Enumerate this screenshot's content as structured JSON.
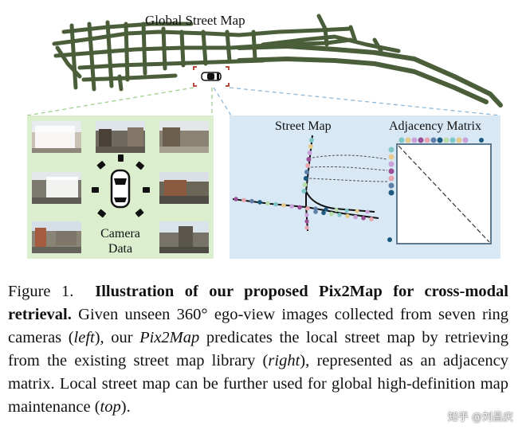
{
  "figure": {
    "global_map_label": "Global Street Map",
    "camera_label_line1": "Camera",
    "camera_label_line2": "Data",
    "street_map_label": "Street Map",
    "adjacency_label": "Adjacency Matrix",
    "colors": {
      "map_road": "#4a5e3a",
      "camera_panel_bg": "#dbefcf",
      "retrieval_panel_bg": "#d8e8f4",
      "callout_red": "#b54a3c",
      "matrix_border": "#4d6b86"
    },
    "node_colors": [
      "#7fc7c7",
      "#e6c98c",
      "#c9a0d8",
      "#9b4f96",
      "#e7a6b0",
      "#5f7fa8",
      "#1c5a80",
      "#b9ddaa"
    ]
  },
  "caption": {
    "figure_number": "Figure 1.",
    "title": "Illustration of our proposed Pix2Map for cross-modal retrieval.",
    "text_1": "Given unseen 360° ego-view images collected from seven ring cameras (",
    "left": "left",
    "text_2": "), our ",
    "pix2map": "Pix2Map",
    "text_3": " predicates the local street map by retrieving from the existing street map library (",
    "right": "right",
    "text_4": "), represented as an adjacency matrix. Local street map can be further used for global high-definition map maintenance (",
    "top": "top",
    "text_5": ")."
  },
  "watermark": "知乎 @刘昌庆"
}
